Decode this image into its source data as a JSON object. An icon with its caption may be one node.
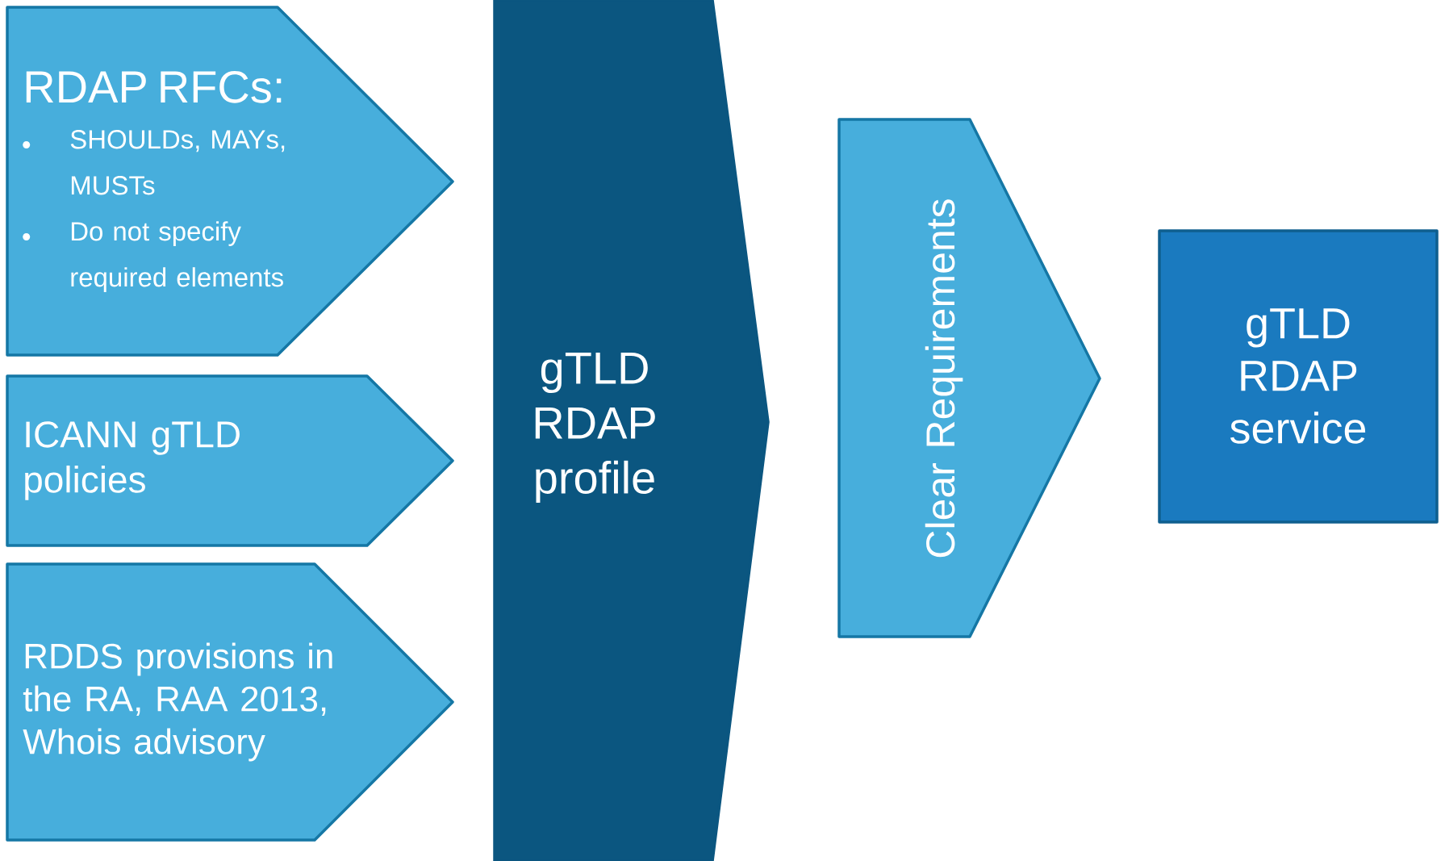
{
  "diagram": {
    "nodes": [
      {
        "text": [
          "RDAP RFCs:",
          "SHOULDs, MAYs, MUSTs",
          "Do not specify required elements"
        ]
      },
      {
        "text": [
          "ICANN gTLD policies"
        ]
      },
      {
        "text": [
          "RDDS provisions in the RA, RAA 2013, Whois advisory"
        ]
      },
      {
        "text": [
          "gTLD RDAP profile"
        ]
      },
      {
        "text": [
          "Clear Requirements"
        ]
      },
      {
        "text": [
          "gTLD RDAP service"
        ]
      }
    ]
  }
}
